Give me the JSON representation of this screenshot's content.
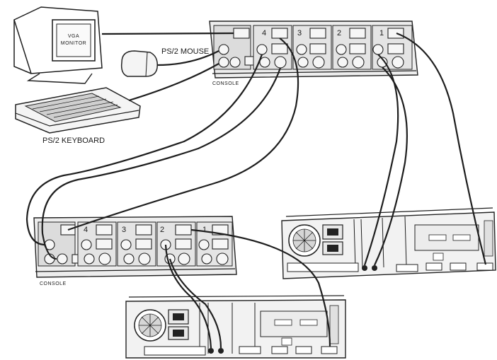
{
  "labels": {
    "monitor": "VGA MONITOR",
    "monitor_line1": "VGA",
    "monitor_line2": "MONITOR",
    "mouse": "PS/2 MOUSE",
    "keyboard": "PS/2 KEYBOARD",
    "console_top": "CONSOLE",
    "console_bottom": "CONSOLE"
  },
  "switch_top": {
    "port_numbers": [
      "4",
      "3",
      "2",
      "1"
    ]
  },
  "switch_bottom": {
    "port_numbers": [
      "4",
      "3",
      "2",
      "1"
    ]
  },
  "colors": {
    "ink": "#1e1e1e",
    "paper": "#ffffff",
    "panel": "#ededed"
  }
}
